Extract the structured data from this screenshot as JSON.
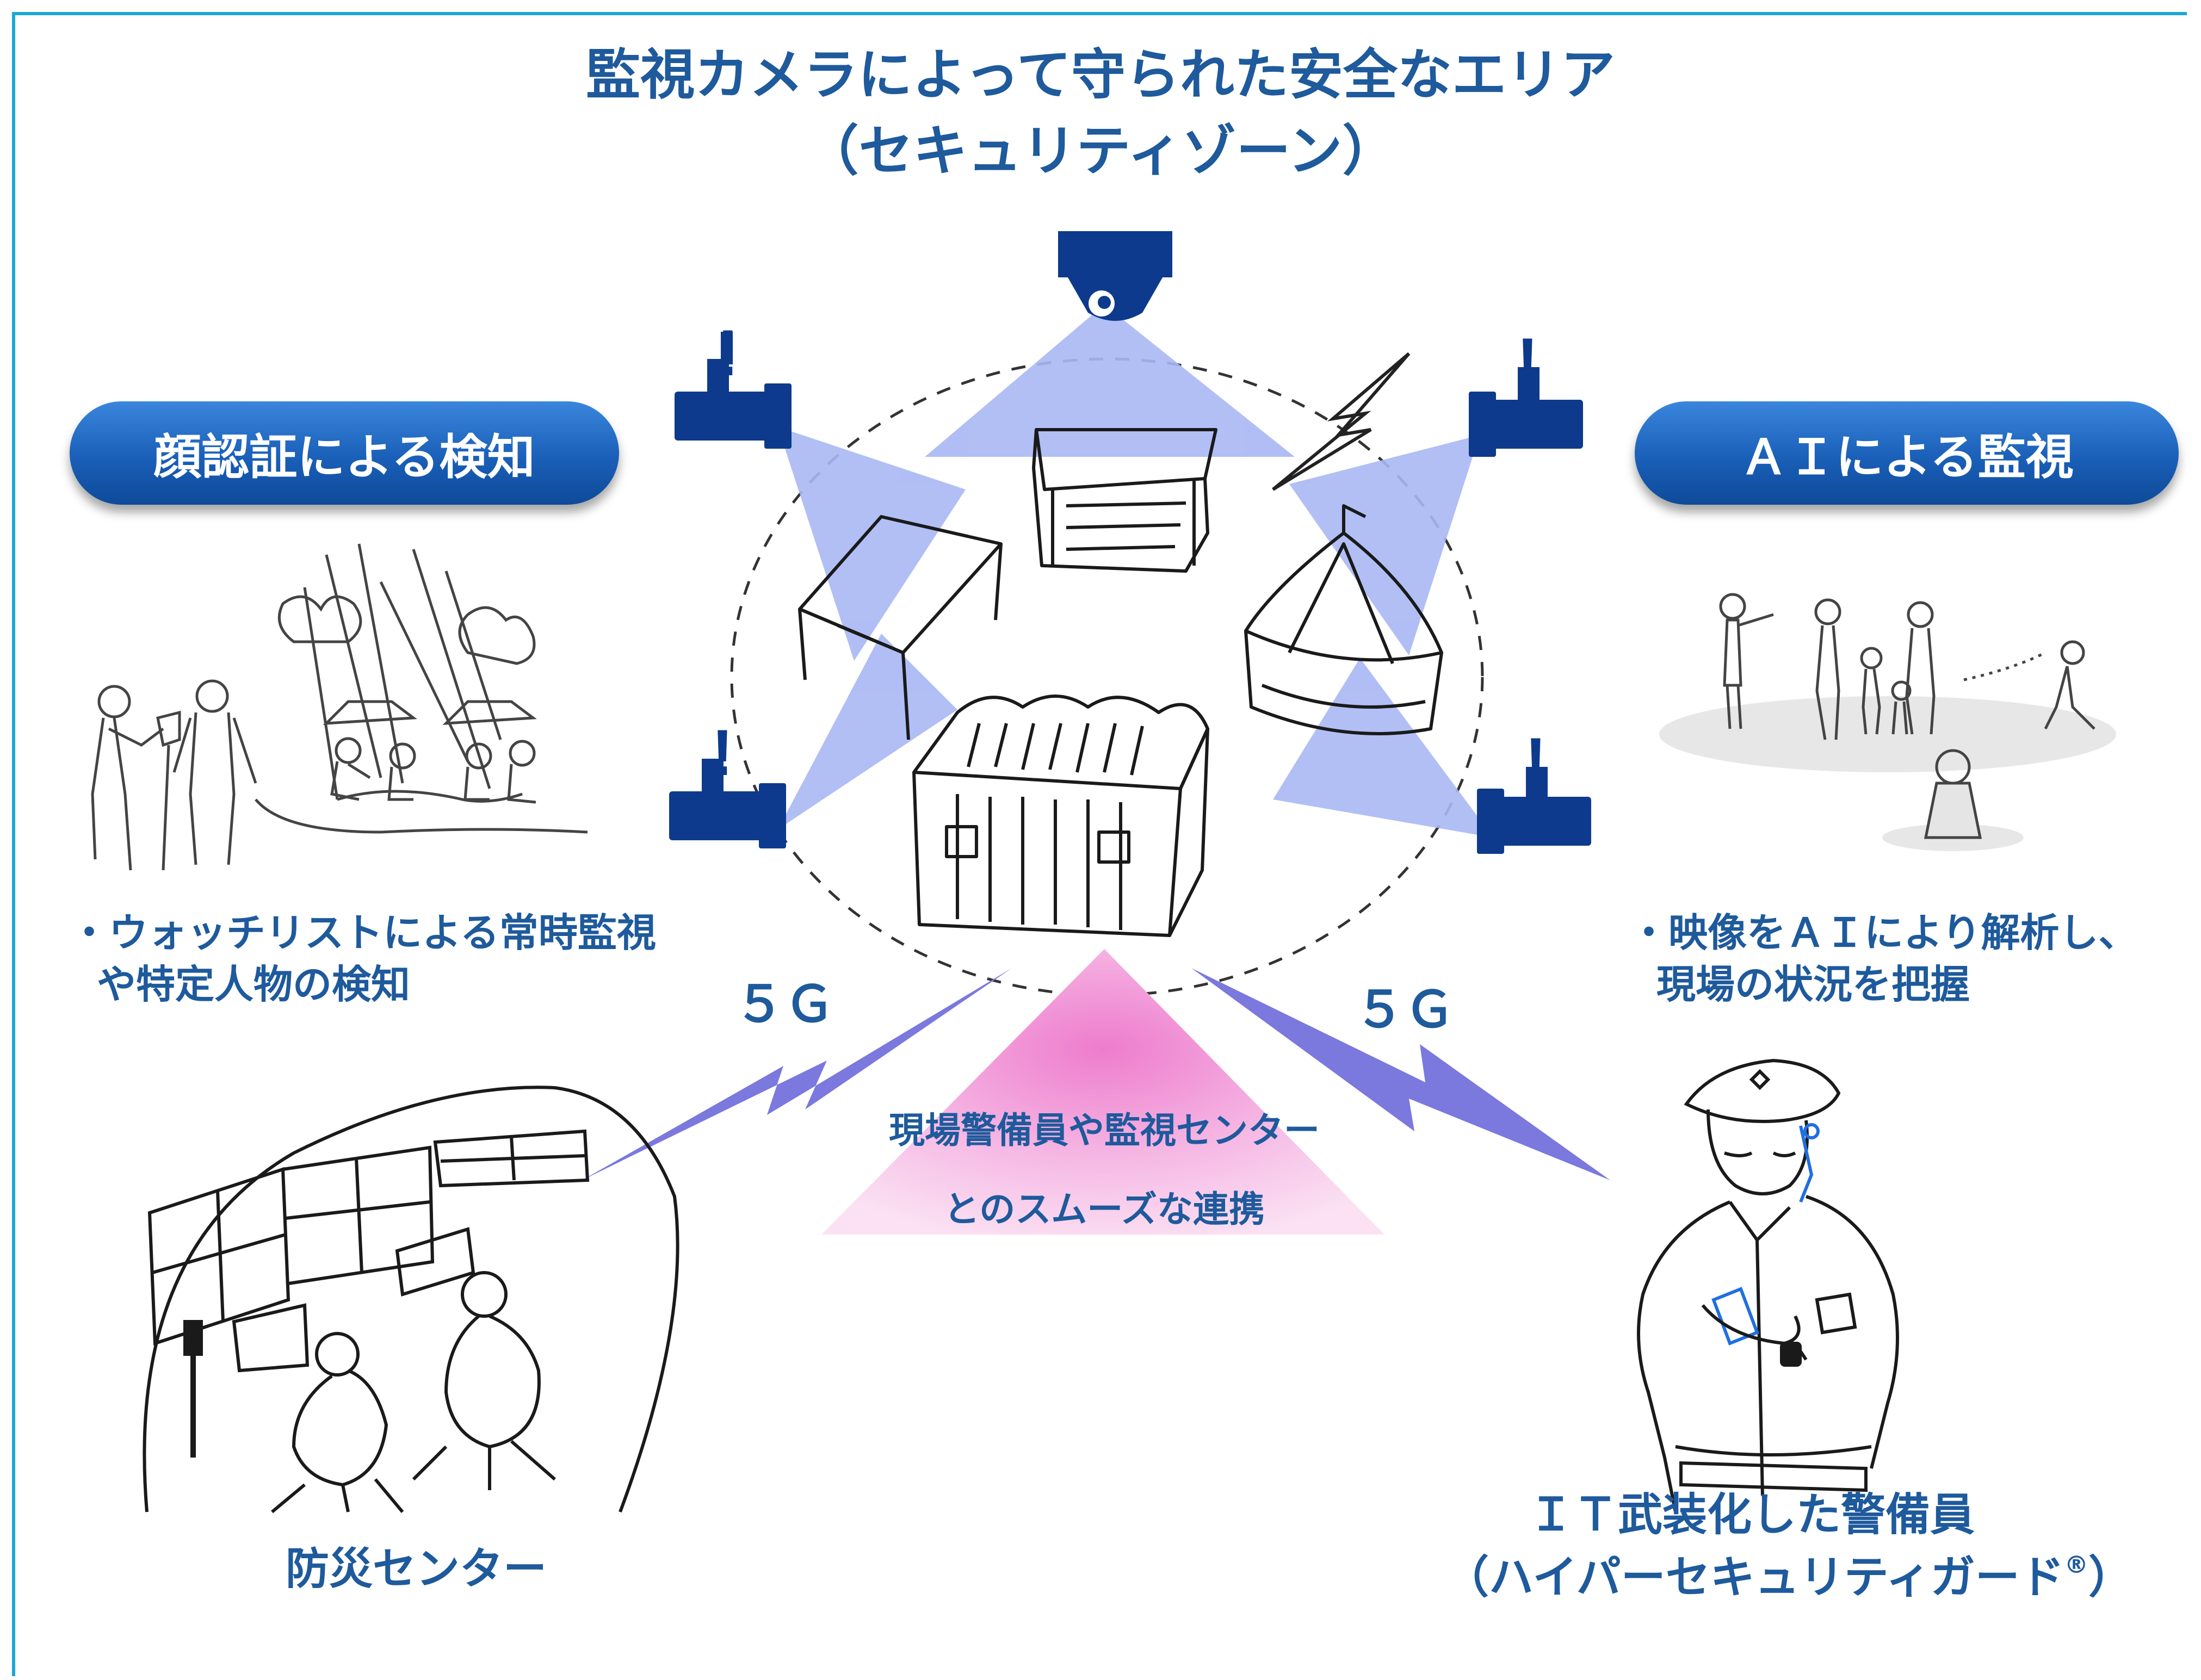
{
  "title": {
    "line1": "監視カメラによって守られた安全なエリア",
    "line2": "（セキュリティゾーン）"
  },
  "left_badge": "顔認証による検知",
  "right_badge": "ＡＩによる監視",
  "left_caption": {
    "line1": "・ウォッチリストによる常時監視",
    "line2": "や特定人物の検知"
  },
  "right_caption": {
    "line1": "・映像をＡＩにより解析し、",
    "line2": "現場の状況を把握"
  },
  "network_left": "５Ｇ",
  "network_right": "５Ｇ",
  "center_message": {
    "line1": "現場警備員や監視センター",
    "line2": "とのスムーズな連携"
  },
  "disaster_center_label": "防災センター",
  "guard_label": {
    "line1": "ＩＴ武装化した警備員",
    "line2_prefix": "（ハイパーセキュリティガード",
    "registered_mark": "®",
    "line2_suffix": "）"
  },
  "alert_marks": [
    "!",
    "!",
    "!",
    "!"
  ],
  "colors": {
    "accent_text": "#1e5a9c",
    "badge_blue": "#1a5fb8",
    "frame_cyan": "#1ea7d8",
    "camera_navy": "#0d3a8c",
    "beam_blue": "#a9b8f4",
    "lightning_purple": "#7b78de",
    "center_pink": "#f3a8d8"
  }
}
